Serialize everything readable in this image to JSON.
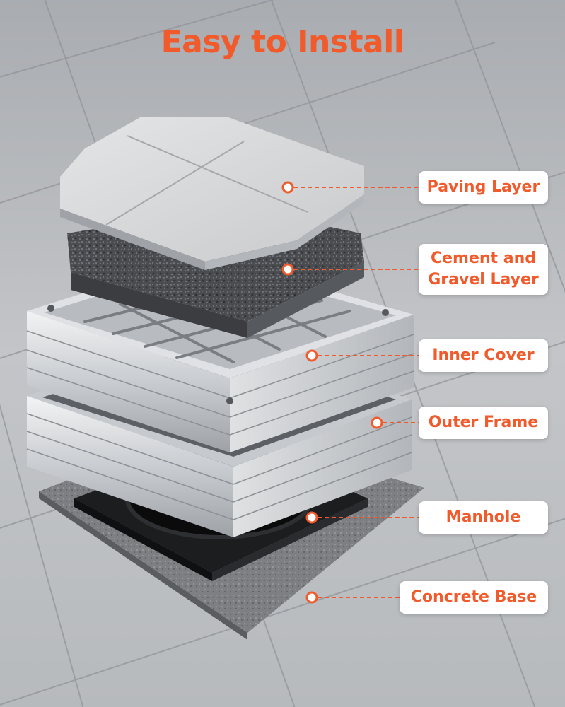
{
  "title": "Easy to Install",
  "accent_color": "#f15a2b",
  "layers": [
    {
      "label": "Paving Layer"
    },
    {
      "label_lines": [
        "Cement and",
        "Gravel Layer"
      ]
    },
    {
      "label": "Inner Cover"
    },
    {
      "label": "Outer Frame"
    },
    {
      "label": "Manhole"
    },
    {
      "label": "Concrete Base"
    }
  ]
}
